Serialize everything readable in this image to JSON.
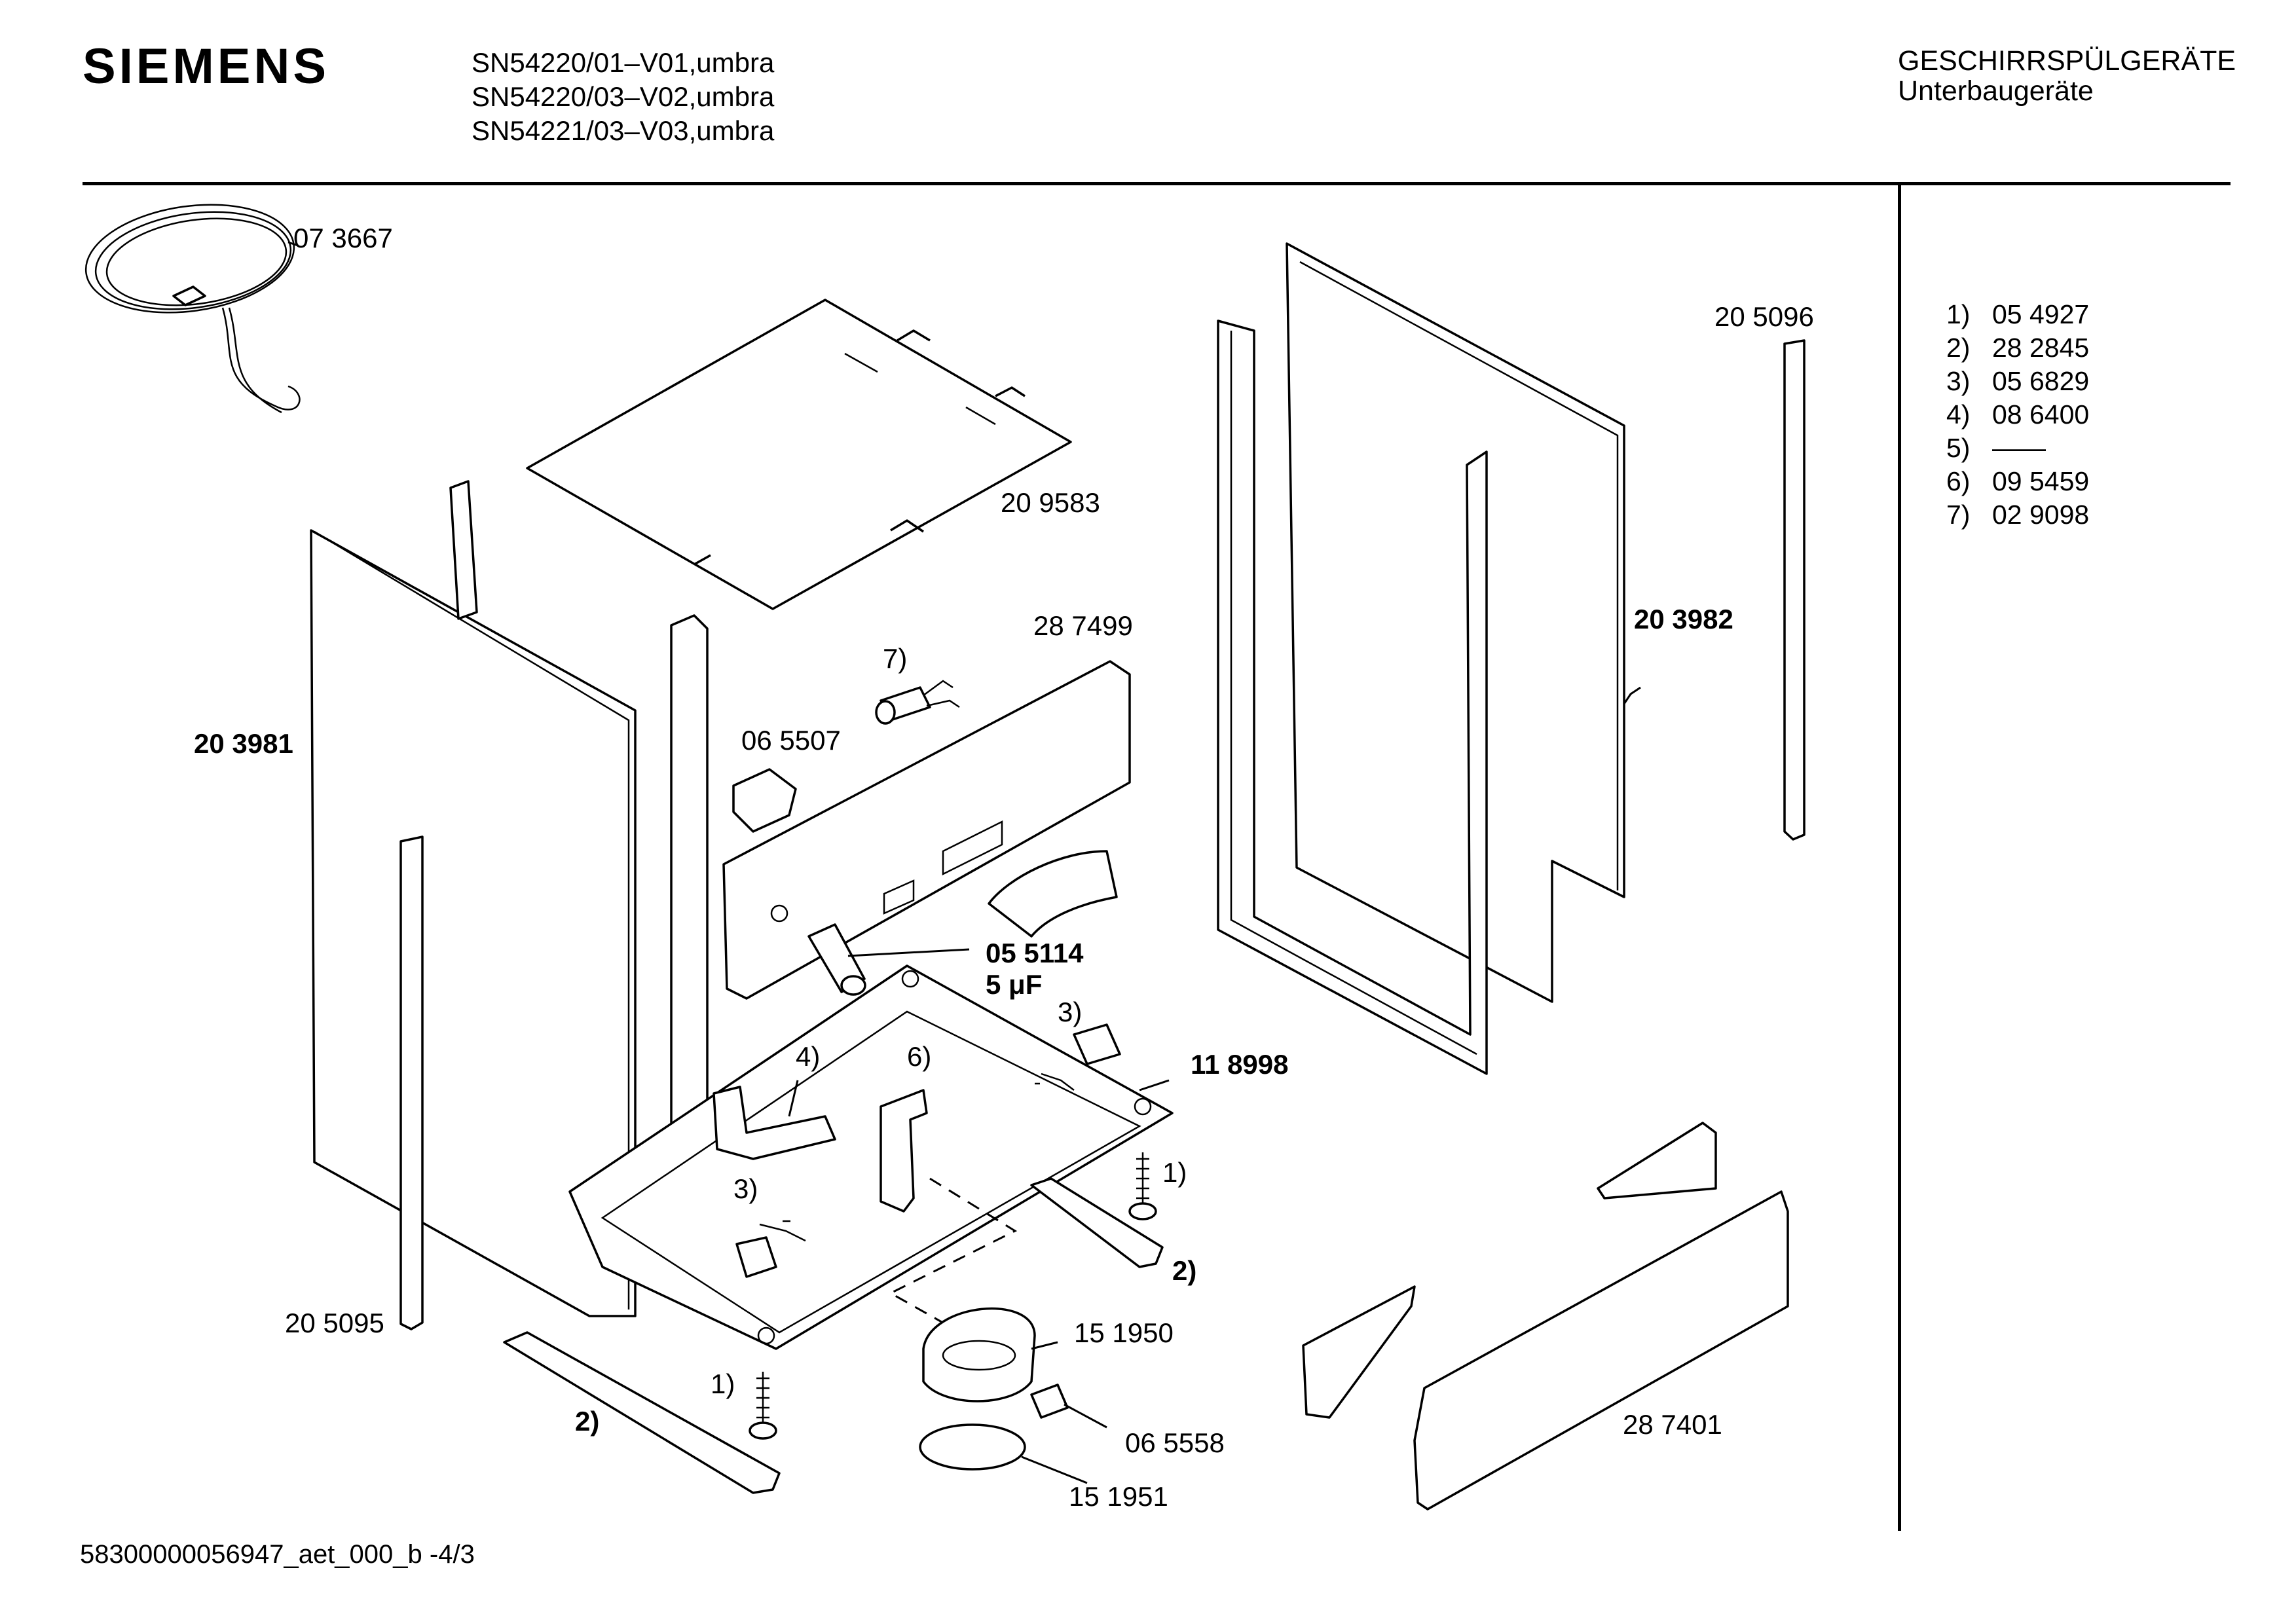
{
  "header": {
    "brand": "SIEMENS",
    "models": [
      "SN54220/01–V01,umbra",
      "SN54220/03–V02,umbra",
      "SN54221/03–V03,umbra"
    ],
    "category": "GESCHIRRSPÜLGERÄTE",
    "subcategory": "Unterbaugeräte"
  },
  "legend": [
    {
      "num": "1)",
      "part": "05 4927"
    },
    {
      "num": "2)",
      "part": "28 2845"
    },
    {
      "num": "3)",
      "part": "05 6829"
    },
    {
      "num": "4)",
      "part": "08 6400"
    },
    {
      "num": "5)",
      "part": "——"
    },
    {
      "num": "6)",
      "part": "09 5459"
    },
    {
      "num": "7)",
      "part": "02 9098"
    }
  ],
  "callouts": {
    "c073667": "07 3667",
    "c209583": "20 9583",
    "c205096": "20 5096",
    "c287499": "28 7499",
    "c203982": "20 3982",
    "c203981": "20 3981",
    "c065507": "06 5507",
    "c7": "7)",
    "c055114": "05 5114",
    "c5uf": "5 μF",
    "c3a": "3)",
    "c4": "4)",
    "c6": "6)",
    "c118998": "11 8998",
    "c1a": "1)",
    "c3b": "3)",
    "c2a": "2)",
    "c205095": "20 5095",
    "c151950": "15 1950",
    "c1b": "1)",
    "c2b": "2)",
    "c065558": "06 5558",
    "c151951": "15 1951",
    "c287401": "28 7401"
  },
  "footer": {
    "doc_id": "58300000056947_aet_000_b -4/3"
  }
}
